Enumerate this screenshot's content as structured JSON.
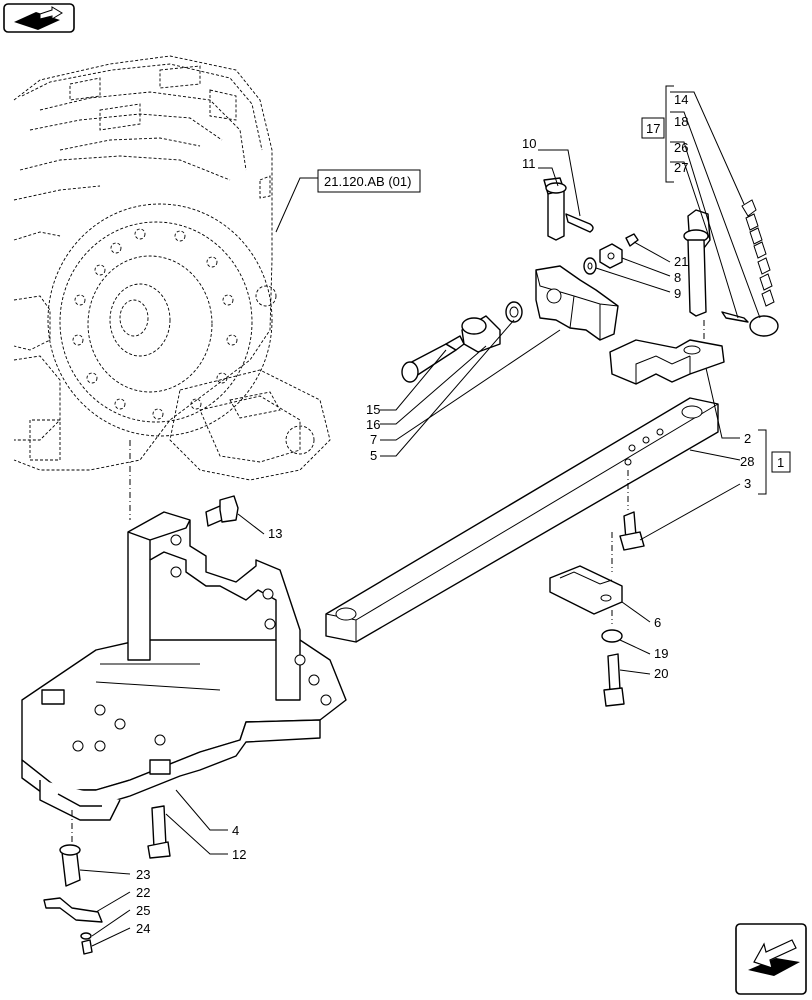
{
  "reference": {
    "text": "21.120.AB (01)"
  },
  "groups": {
    "g1": "1",
    "g17": "17"
  },
  "callouts": {
    "c2": "2",
    "c3": "3",
    "c4": "4",
    "c5": "5",
    "c6": "6",
    "c7": "7",
    "c8": "8",
    "c9": "9",
    "c10": "10",
    "c11": "11",
    "c12": "12",
    "c13": "13",
    "c14": "14",
    "c15": "15",
    "c16": "16",
    "c18": "18",
    "c19": "19",
    "c20": "20",
    "c21": "21",
    "c22": "22",
    "c23": "23",
    "c24": "24",
    "c25": "25",
    "c26": "26",
    "c27": "27",
    "c28": "28"
  },
  "icons": {
    "top_left": "book-arrow-icon",
    "bottom_right": "next-page-arrow-icon"
  }
}
